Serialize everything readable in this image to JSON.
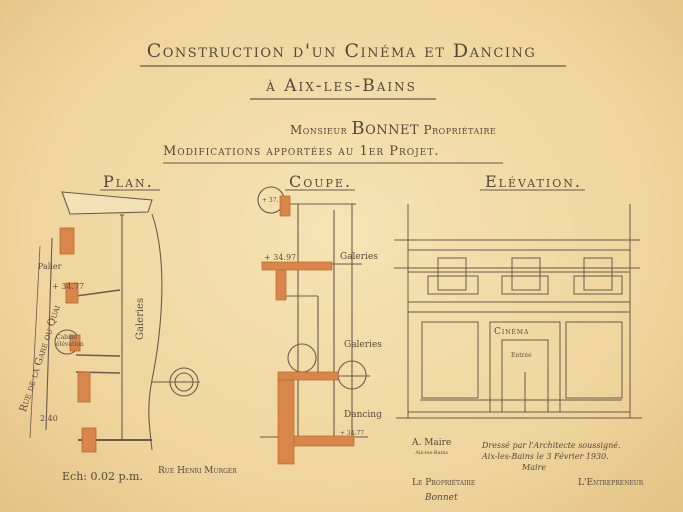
{
  "title": "Construction d'un Cinéma et Dancing",
  "place": "à Aix-les-Bains",
  "owner_prefix": "Monsieur",
  "owner_name": "Bonnet",
  "owner_suffix": "Propriétaire",
  "modifications": "Modifications apportées au 1er Projet.",
  "views": {
    "plan": "Plan.",
    "coupe": "Coupe.",
    "elevation": "Elévation."
  },
  "plan": {
    "quai": "Rue de la Gare ou Quai",
    "scale": "Ech: 0.02 p.m.",
    "street": "Rue Henri Murger",
    "galeries": "Galeries",
    "cabine": "Cabine élévation",
    "palier": "Palier",
    "dim1": "2.40",
    "dim2": "+ 34.77"
  },
  "coupe": {
    "galeries_top": "Galeries",
    "galeries_mid": "Galeries",
    "dancing": "Dancing",
    "level_top": "+ 34.97",
    "level_mid": "+ 37.",
    "level_dance": "+ 34.77"
  },
  "elevation": {
    "sign": "Cinéma",
    "door_label": "Entrée"
  },
  "stamp": {
    "name": "A. Maire",
    "sub": "Aix-les-Bains"
  },
  "drawn_by": {
    "line1": "Dressé par l'Architecte soussigné.",
    "line2": "Aix-les-Bains le 3 Février 1930.",
    "signature": "Maire"
  },
  "proprietaire_label": "Le Propriétaire",
  "entrepreneur_label": "L'Entrepreneur",
  "owner_signature": "Bonnet"
}
